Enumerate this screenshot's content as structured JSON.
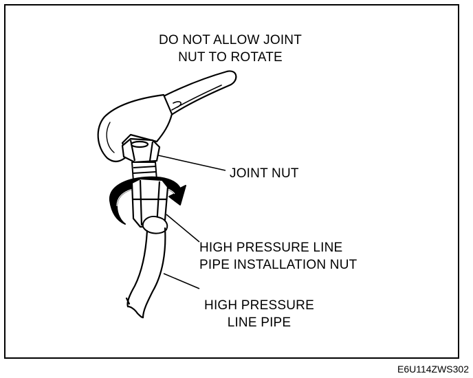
{
  "labels": {
    "caution_line1": "DO NOT ALLOW JOINT",
    "caution_line2": "NUT TO ROTATE",
    "joint_nut": "JOINT NUT",
    "install_nut_line1": "HIGH PRESSURE LINE",
    "install_nut_line2": "PIPE INSTALLATION NUT",
    "pipe_line1": "HIGH PRESSURE",
    "pipe_line2": "LINE PIPE"
  },
  "figure_code": "E6U114ZWS302",
  "colors": {
    "ink": "#000000",
    "paper": "#ffffff"
  },
  "icons": [
    "wrench-icon",
    "rotation-arrow-icon",
    "joint-nut-icon",
    "installation-nut-icon",
    "pipe-icon"
  ]
}
